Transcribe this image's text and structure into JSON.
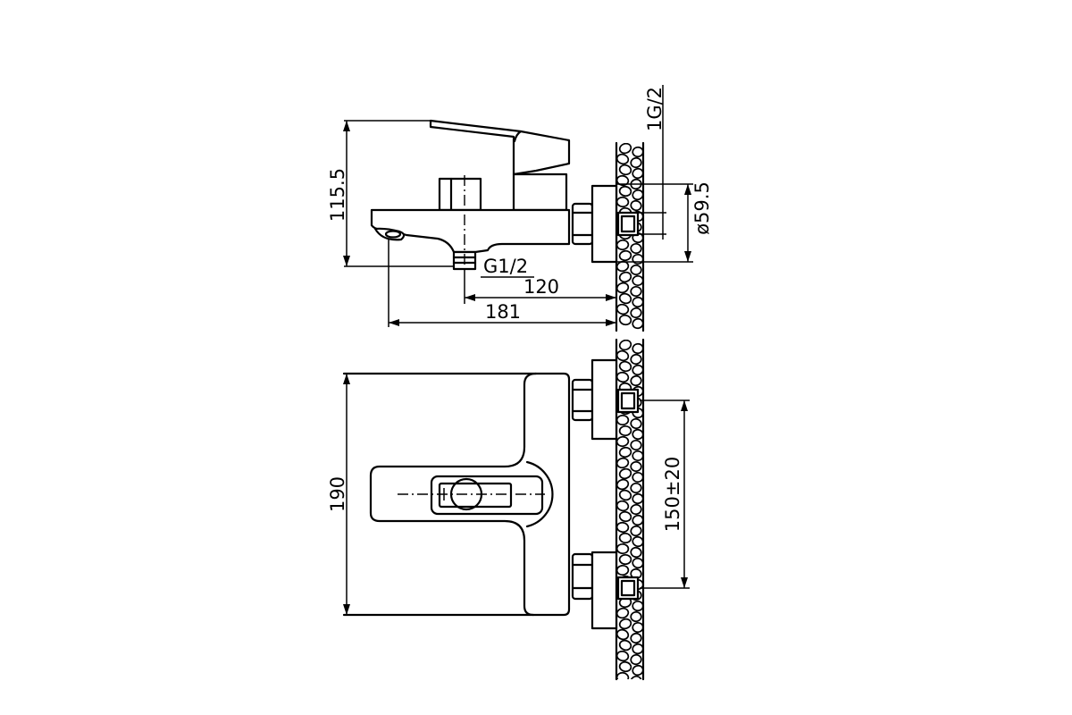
{
  "side_view": {
    "height_dim": "115.5",
    "inlet_thread_dim": "1G/2",
    "escutcheon_dia_dim": "ø59.5",
    "outlet_thread_dim": "G1/2",
    "outlet_offset_dim": "120",
    "spout_reach_dim": "181"
  },
  "front_view": {
    "width_dim": "190",
    "inlet_spacing_dim": "150±20"
  }
}
